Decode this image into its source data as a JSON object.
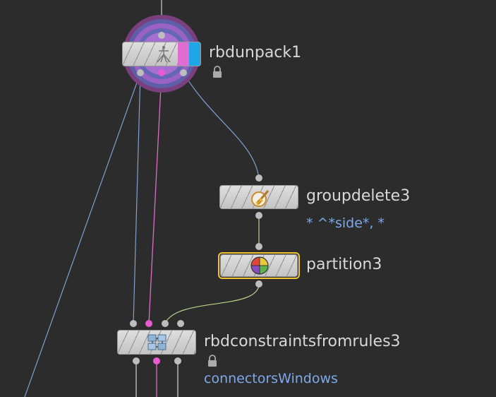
{
  "colors": {
    "background": "#2c2c2c",
    "wire_geometry": "#d6d6d6",
    "wire_blue": "#7fa0d2",
    "wire_pink": "#e06cc8",
    "wire_green": "#b9d38a",
    "port_pink": "#e75bd0",
    "port_gray": "#bdbdbd",
    "selected_outline": "#f1c232",
    "label_text": "#d8d8d8",
    "comment_text": "#7fa8e8"
  },
  "nodes": {
    "rbdunpack": {
      "name": "rbdunpack1",
      "locked": true,
      "icon": "rbd-unpack-icon"
    },
    "groupdelete": {
      "name": "groupdelete3",
      "comment": "* ^*side*, *",
      "icon": "broom-icon"
    },
    "partition": {
      "name": "partition3",
      "selected": true,
      "icon": "partition-sphere-icon"
    },
    "rbdconstraints": {
      "name": "rbdconstraintsfromrules3",
      "locked": true,
      "comment": "connectorsWindows",
      "icon": "constraint-boxes-icon"
    }
  }
}
